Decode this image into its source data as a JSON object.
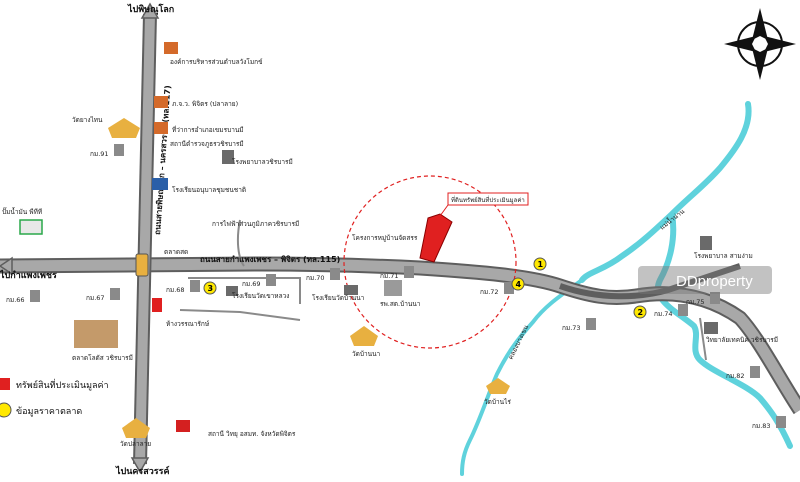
{
  "directions": {
    "north": "ไปพิษณุโลก",
    "south": "ไปนครสวรรค์",
    "west": "ไปกำแพงเพชร",
    "compass": "N"
  },
  "roads": {
    "highway_117": "ถนนสายพิษณุโลก – นครสวรรค์ (ทล.117)",
    "highway_115": "ถนนสายกำแพงเพชร – พิจิตร (ทล.115)"
  },
  "landmarks": {
    "sao_admin": "องค์การบริหารส่วนตำบลวังโมกข์",
    "police": "ภ.จ.ว. พิจิตร (ปลาลาย)",
    "district_office": "ที่ว่าการอำเภอเขมรบานมี",
    "police_station": "สถานีตำรวจภูธรวชิรบารมี",
    "hospital": "โรงพยาบาลวชิรบารมี",
    "school_dev": "โรงเรียนอนุบาลชุมชนชาติ",
    "electricity": "การไฟฟ้าส่วนภูมิภาควชิรบารมี",
    "ptt": "ปั๊มน้ำมัน พีทีที",
    "temple_yang": "วัดยางไทน",
    "market_fresh": "ตลาดสด",
    "market_old": "ตลาดโลตัส วชิรบารมี",
    "market_new": "ห้างวรรณารักษ์",
    "temple_bn": "วัดบ้านนา",
    "temple_bp": "วัดบ้านไร่",
    "temple_pl": "วัดปลาลาย",
    "satanee": "สถานี วิทยุ อสมท. จังหวัดพิจิตร",
    "school_kruw": "โรงเรียนวัดเขาหลวง",
    "school_bn": "โรงเรียนวัดบ้านนา",
    "hospital_bn": "รพ.สต.บ้านนา",
    "housing": "โครงการหมู่บ้านจัดสรร",
    "hospital_sam": "โรงพยาบาล สามง่าม",
    "college": "วิทยาลัยเทคนิค วชิรบารมี",
    "subject": "ที่ดินทรัพย์สินที่ประเมินมูลค่า",
    "river": "คลองบางเขน",
    "river_main": "แม่น้ำน่าน",
    "watermark": "DDproperty"
  },
  "km_markers": [
    "กม.91",
    "กม.66",
    "กม.67",
    "กม.68",
    "กม.69",
    "กม.70",
    "กม.71",
    "กม.72",
    "กม.73",
    "กม.74",
    "กม.75",
    "กม.82",
    "กม.83"
  ],
  "market_points": [
    "1",
    "2",
    "3",
    "4"
  ],
  "legend": {
    "subject_label": "ทรัพย์สินที่ประเมินมูลค่า",
    "market_label": "ข้อมูลราคาตลาด"
  },
  "colors": {
    "road": "#a8a8a8",
    "road_edge": "#5e5e5e",
    "river": "#5fd2dc",
    "subject": "#e02020",
    "market": "#ffe800",
    "circle": "#e02020"
  }
}
